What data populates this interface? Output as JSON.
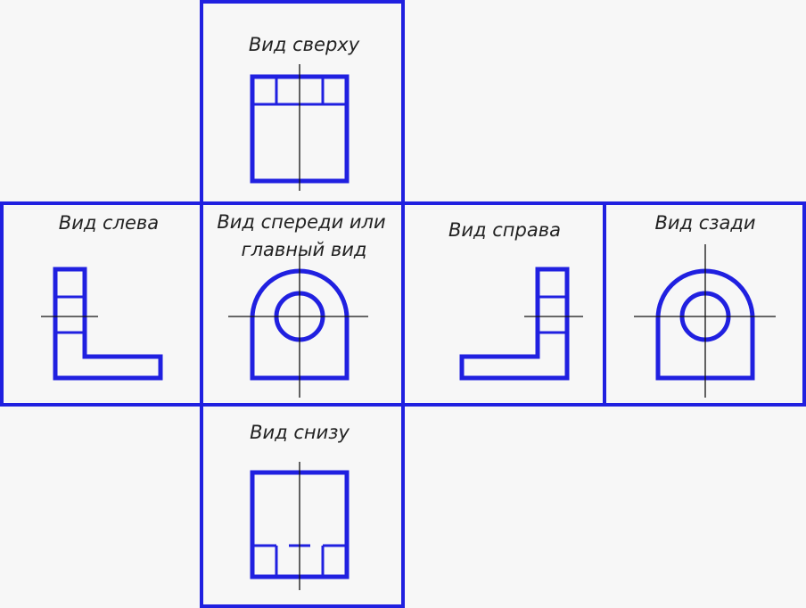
{
  "colors": {
    "frame": "#2020e0",
    "axis": "#111111",
    "background": "#f7f7f7",
    "text": "#222222"
  },
  "views": {
    "top": {
      "label": "Вид сверху"
    },
    "left": {
      "label": "Вид слева"
    },
    "front": {
      "label_line1": "Вид спереди или",
      "label_line2": "главный вид"
    },
    "right": {
      "label": "Вид справа"
    },
    "back": {
      "label": "Вид сзади"
    },
    "bottom": {
      "label": "Вид снизу"
    }
  }
}
